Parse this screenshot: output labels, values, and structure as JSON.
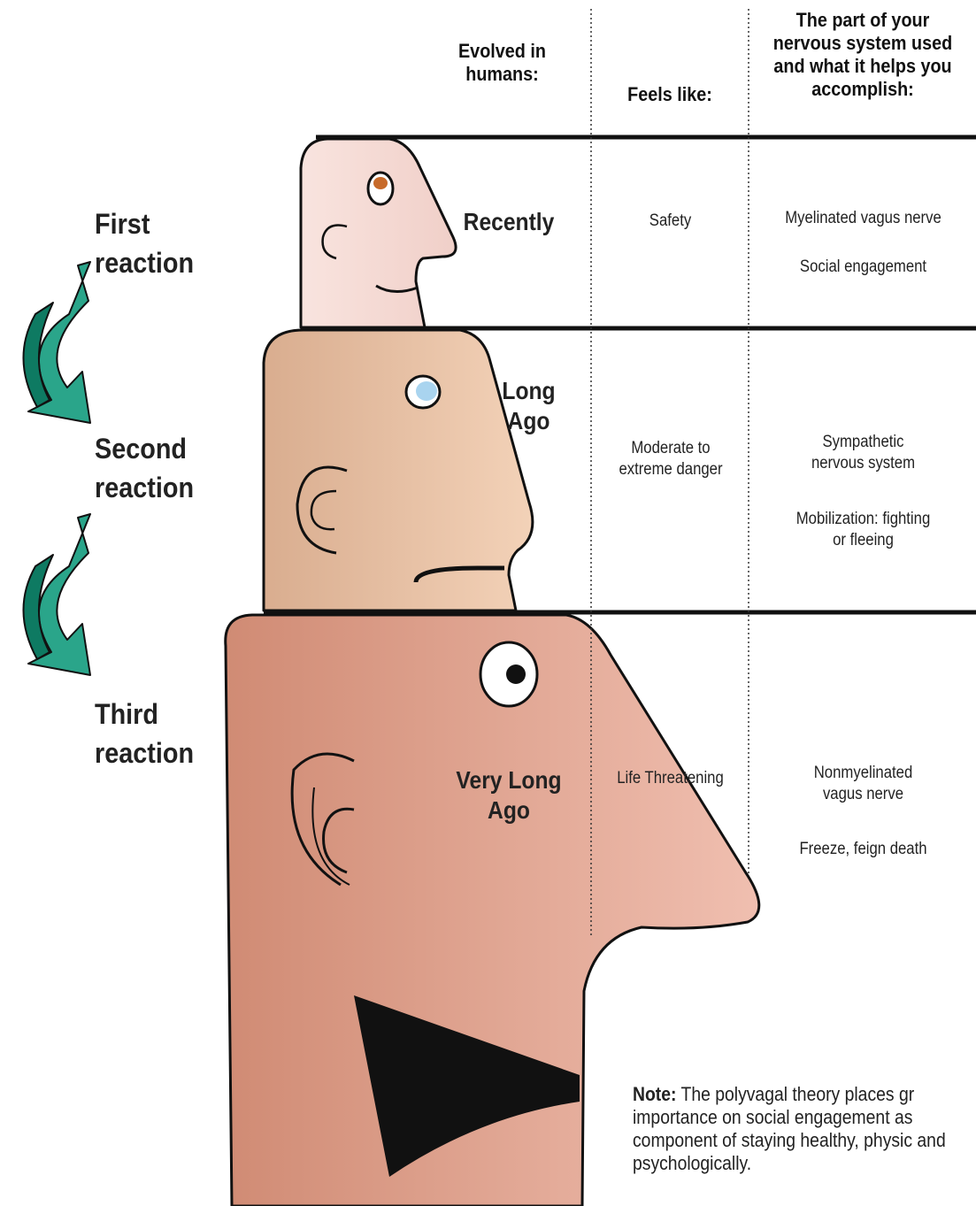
{
  "headers": {
    "evolved": "Evolved in humans:",
    "feels": "Feels like:",
    "system": "The part of your nervous system used and what it helps you accomplish:"
  },
  "reactions": [
    {
      "label_line1": "First",
      "label_line2": "reaction"
    },
    {
      "label_line1": "Second",
      "label_line2": "reaction"
    },
    {
      "label_line1": "Third",
      "label_line2": "reaction"
    }
  ],
  "rows": [
    {
      "evolved_line1": "Recently",
      "evolved_line2": "",
      "feels_line1": "Safety",
      "feels_line2": "",
      "system_line1": "Myelinated vagus nerve",
      "system_line2": "",
      "purpose_line1": "Social engagement",
      "purpose_line2": ""
    },
    {
      "evolved_line1": "Long",
      "evolved_line2": "Ago",
      "feels_line1": "Moderate to",
      "feels_line2": "extreme danger",
      "system_line1": "Sympathetic",
      "system_line2": "nervous system",
      "purpose_line1": "Mobilization: fighting",
      "purpose_line2": "or fleeing"
    },
    {
      "evolved_line1": "Very Long",
      "evolved_line2": "Ago",
      "feels_line1": "Life Threatening",
      "feels_line2": "",
      "system_line1": "Nonmyelinated",
      "system_line2": "vagus nerve",
      "purpose_line1": "Freeze, feign death",
      "purpose_line2": ""
    }
  ],
  "note": {
    "label": "Note:",
    "text": " The polyvagal theory places gr importance on social engagement as component of staying healthy, physic and psychologically."
  },
  "colors": {
    "arrow_light": "#2aa58a",
    "arrow_dark": "#0e7a62",
    "head_small": "#f7dcd6",
    "head_medium": "#e8b898",
    "head_large": "#dd9c85",
    "rule": "#111111"
  }
}
